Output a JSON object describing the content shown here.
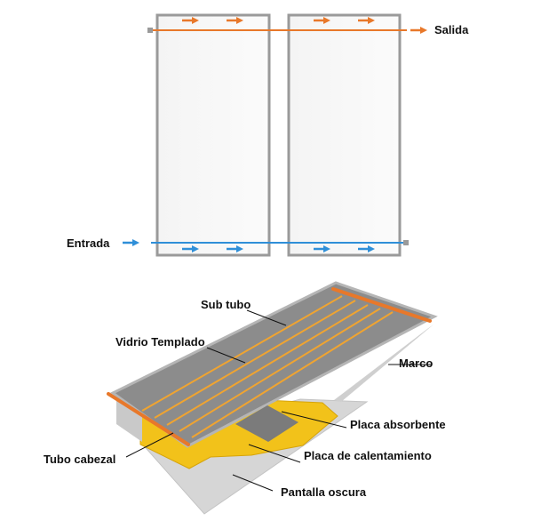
{
  "top_diagram": {
    "outlet_label": "Salida",
    "inlet_label": "Entrada"
  },
  "bottom_diagram": {
    "labels": {
      "sub_tubo": "Sub tubo",
      "vidrio": "Vidrio Templado",
      "marco": "Marco",
      "placa_absorbente": "Placa absorbente",
      "tubo_cabezal": "Tubo cabezal",
      "placa_calentamiento": "Placa de calentamiento",
      "pantalla_oscura": "Pantalla oscura"
    }
  },
  "colors": {
    "hot": "#e8782a",
    "cold": "#2f8fd8",
    "frame": "#9a9a9a",
    "glass": "#8c8c8c",
    "yellow": "#f2c21a",
    "base": "#d6d6d6"
  }
}
